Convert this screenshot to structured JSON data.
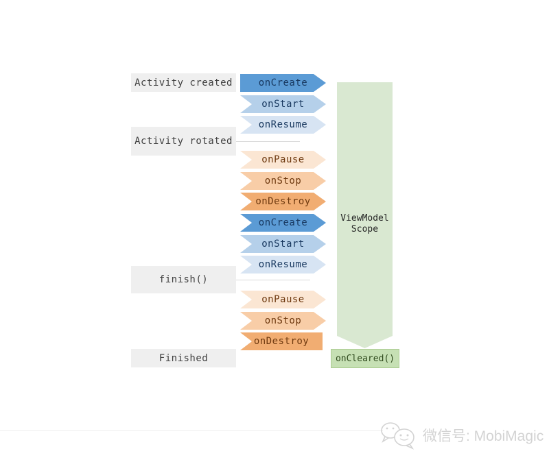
{
  "palette": {
    "arrow-blue-dark": "#5b9bd5",
    "arrow-blue-mid": "#b5d0ea",
    "arrow-blue-light": "#d7e4f3",
    "arrow-orange-light": "#fbe6d3",
    "arrow-orange-mid": "#f8cda7",
    "arrow-orange-dark": "#f1ad72",
    "arrow-text-blue": "#17375e",
    "arrow-text-orange": "#6e390f",
    "scope-green": "#d9e8d1",
    "scope-text": "#222222",
    "oncleared-green": "#c6e0b4",
    "oncleared-border": "#aacb90",
    "oncleared-text": "#2f4a1d",
    "label-gray": "#efefef",
    "label-text": "#3f3f3f",
    "line-gray": "#d9d9d9",
    "watermark-gray": "#d3d3d3"
  },
  "stages": [
    {
      "label": "Activity created"
    },
    {
      "label": "Activity rotated"
    },
    {
      "label": "finish()"
    },
    {
      "label": "Finished"
    }
  ],
  "arrows": [
    {
      "label": "onCreate",
      "tone": "blue-dark"
    },
    {
      "label": "onStart",
      "tone": "blue-mid"
    },
    {
      "label": "onResume",
      "tone": "blue-light"
    },
    {
      "label": "onPause",
      "tone": "orange-light"
    },
    {
      "label": "onStop",
      "tone": "orange-mid"
    },
    {
      "label": "onDestroy",
      "tone": "orange-dark"
    },
    {
      "label": "onCreate",
      "tone": "blue-dark"
    },
    {
      "label": "onStart",
      "tone": "blue-mid"
    },
    {
      "label": "onResume",
      "tone": "blue-light"
    },
    {
      "label": "onPause",
      "tone": "orange-light"
    },
    {
      "label": "onStop",
      "tone": "orange-mid"
    },
    {
      "label": "onDestroy",
      "tone": "orange-dark"
    }
  ],
  "scope": {
    "line1": "ViewModel",
    "line2": "Scope"
  },
  "oncleared": {
    "label": "onCleared()"
  },
  "watermark": {
    "text": "微信号: MobiMagic",
    "icon": "wechat-icon"
  }
}
